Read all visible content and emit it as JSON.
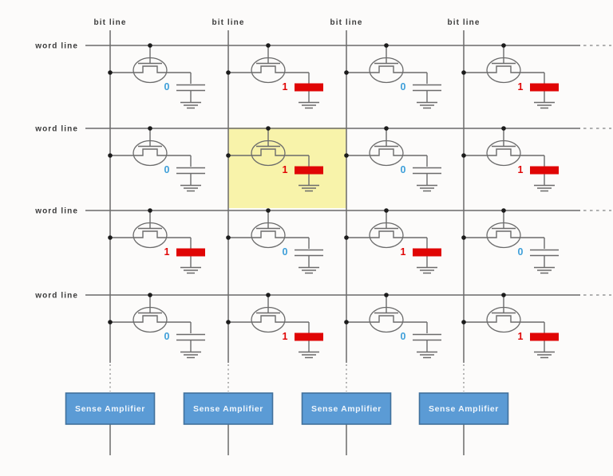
{
  "diagram_type": "DRAM memory cell array",
  "bit_lines": [
    {
      "label": "bit line"
    },
    {
      "label": "bit line"
    },
    {
      "label": "bit line"
    },
    {
      "label": "bit line"
    }
  ],
  "word_lines": [
    {
      "label": "word line"
    },
    {
      "label": "word line"
    },
    {
      "label": "word line"
    },
    {
      "label": "word line"
    }
  ],
  "sense_amplifiers": [
    {
      "label": "Sense Amplifier"
    },
    {
      "label": "Sense Amplifier"
    },
    {
      "label": "Sense Amplifier"
    },
    {
      "label": "Sense Amplifier"
    }
  ],
  "cells": {
    "rows": [
      {
        "values": [
          "0",
          "1",
          "0",
          "1"
        ]
      },
      {
        "values": [
          "0",
          "1",
          "0",
          "1"
        ]
      },
      {
        "values": [
          "1",
          "0",
          "1",
          "0"
        ]
      },
      {
        "values": [
          "0",
          "1",
          "0",
          "1"
        ]
      }
    ],
    "highlighted": {
      "row_index": 1,
      "col_index": 1
    }
  },
  "colors": {
    "background": "#fcfbfa",
    "wire": "#6b6b6b",
    "dash": "#979797",
    "label_text": "#3b3b3b",
    "junction_dot": "#1c1c1c",
    "value_zero": "#3e9fd9",
    "value_one": "#e00505",
    "charged_capacitor": "#e00505",
    "highlight_fill": "#f8f3aa",
    "sense_fill": "#5b9bd5",
    "sense_border": "#41719c",
    "sense_text": "#eef5fc"
  }
}
